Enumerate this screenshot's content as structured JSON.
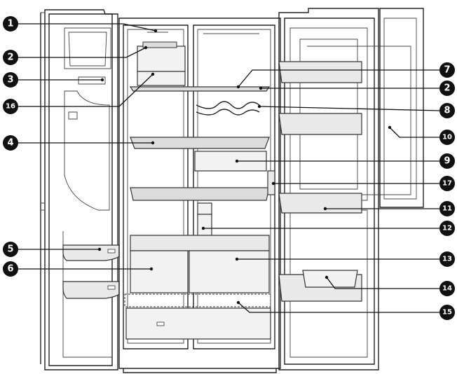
{
  "callouts": [
    {
      "id": "c1",
      "number": "1"
    },
    {
      "id": "c2l",
      "number": "2"
    },
    {
      "id": "c3",
      "number": "3"
    },
    {
      "id": "c16",
      "number": "16"
    },
    {
      "id": "c4",
      "number": "4"
    },
    {
      "id": "c5",
      "number": "5"
    },
    {
      "id": "c6",
      "number": "6"
    },
    {
      "id": "c7",
      "number": "7"
    },
    {
      "id": "c2r",
      "number": "2"
    },
    {
      "id": "c8",
      "number": "8"
    },
    {
      "id": "c10",
      "number": "10"
    },
    {
      "id": "c9",
      "number": "9"
    },
    {
      "id": "c17",
      "number": "17"
    },
    {
      "id": "c11",
      "number": "11"
    },
    {
      "id": "c12",
      "number": "12"
    },
    {
      "id": "c13",
      "number": "13"
    },
    {
      "id": "c14",
      "number": "14"
    },
    {
      "id": "c15",
      "number": "15"
    }
  ]
}
